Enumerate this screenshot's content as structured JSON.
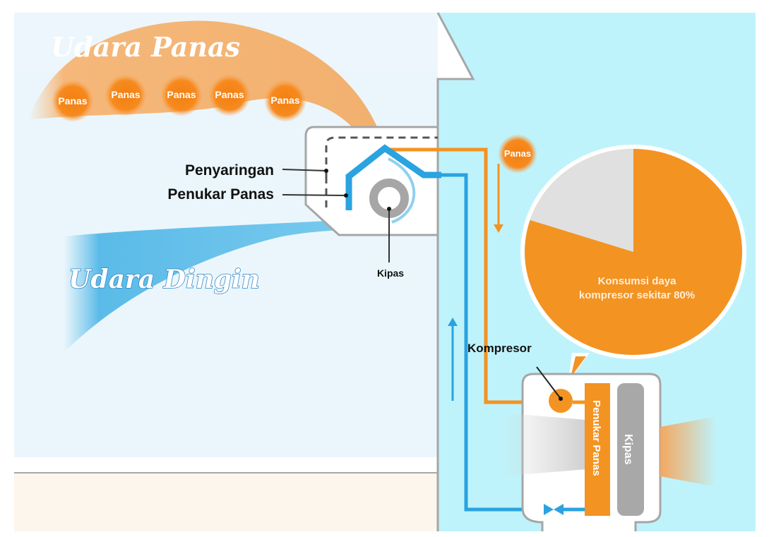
{
  "title_hot_air": "Udara Panas",
  "title_cold_air": "Udara Dingin",
  "heat_bubbles": [
    "Panas",
    "Panas",
    "Panas",
    "Panas",
    "Panas"
  ],
  "outdoor_heat_bubble": "Panas",
  "indoor_unit": {
    "filter_label": "Penyaringan",
    "heat_exchanger_label": "Penukar Panas",
    "fan_label": "Kipas"
  },
  "outdoor_unit": {
    "compressor_label": "Kompresor",
    "heat_exchanger_label": "Penukar Panas",
    "fan_label": "Kipas"
  },
  "callout": {
    "line1": "Konsumsi daya",
    "line2": "kompresor sekitar 80%",
    "compressor_share_percent": 80
  },
  "colors": {
    "orange": "#f39322",
    "blue": "#2aa3e0",
    "indoor_bg": "#eaf6fc",
    "outdoor_bg": "#bff3fb",
    "gray": "#a6a6a6"
  }
}
